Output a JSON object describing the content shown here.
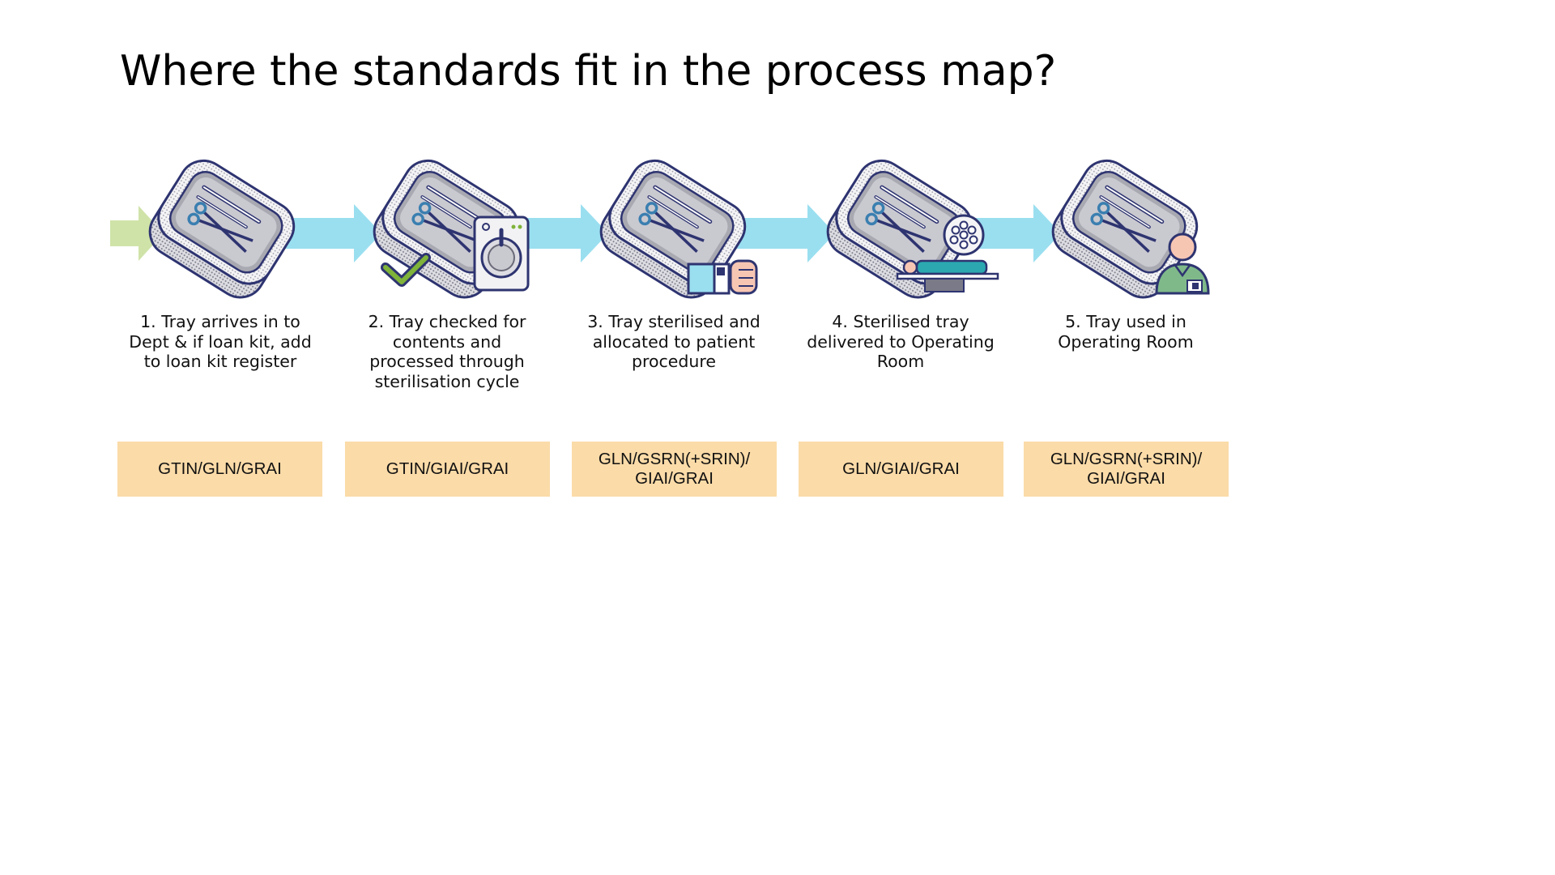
{
  "title": "Where the standards fit in the process map?",
  "steps": [
    {
      "label": "1. Tray arrives in to Dept & if loan kit, add to loan kit register",
      "standards": "GTIN/GLN/GRAI",
      "overlay": "none"
    },
    {
      "label": "2. Tray checked for contents and processed through sterilisation cycle",
      "standards": "GTIN/GIAI/GRAI",
      "overlay": "washer-checkmark"
    },
    {
      "label": "3. Tray sterilised and allocated to patient procedure",
      "standards": "GLN/GSRN(+SRIN)/ GIAI/GRAI",
      "overlay": "patient-wristband"
    },
    {
      "label": "4. Sterilised tray delivered to Operating Room",
      "standards": "GLN/GIAI/GRAI",
      "overlay": "operating-table-light"
    },
    {
      "label": "5. Tray used in Operating Room",
      "standards": "GLN/GSRN(+SRIN)/ GIAI/GRAI",
      "overlay": "clinician"
    }
  ],
  "colors": {
    "start_arrow": "#cfe3a8",
    "flow_arrow": "#9adff0",
    "standards_box": "#fbdba8",
    "tray_outline": "#2e3470",
    "instrument": "#3a7fb0"
  }
}
